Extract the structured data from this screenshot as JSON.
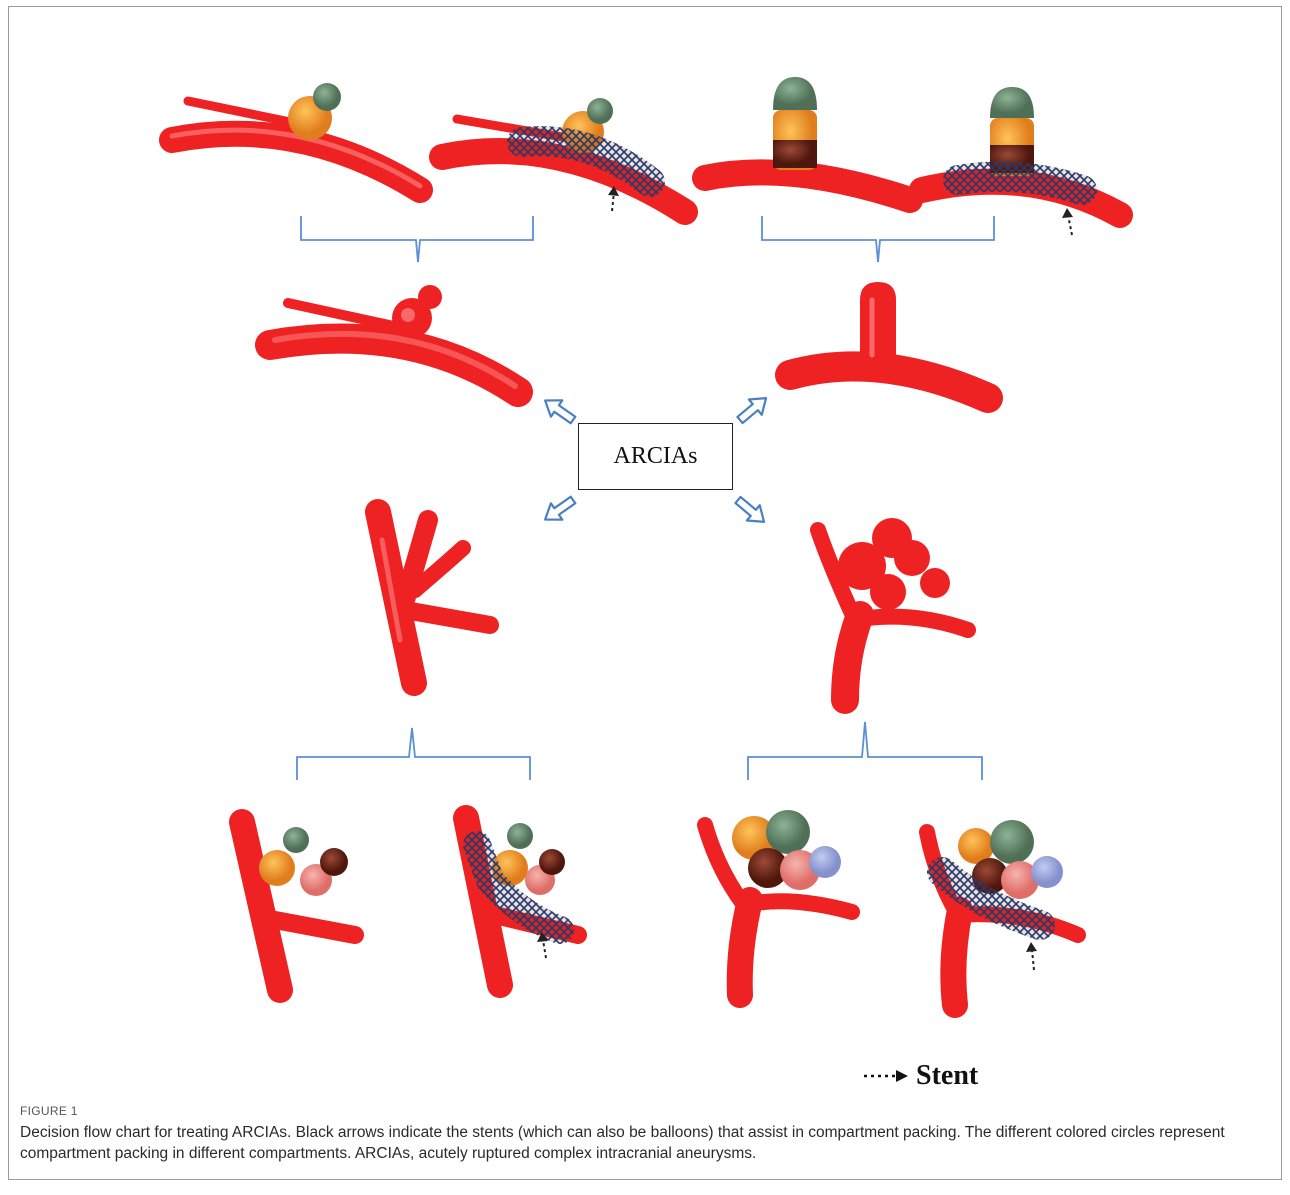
{
  "diagram": {
    "center_label": "ARCIAs",
    "legend": {
      "label": "Stent",
      "arrow_icon": "dotted-arrow-icon"
    },
    "colors": {
      "vessel": "#ee2222",
      "vessel_highlight": "#ff8080",
      "coil_green": "#5e8466",
      "coil_orange": "#f29a2e",
      "coil_brown": "#6e2a1c",
      "coil_pink": "#e98a86",
      "coil_blue": "#9aa6d8",
      "bracket": "#5b8fd6",
      "flow_arrow": "#4a7fc4",
      "stent": "#2d3760"
    }
  },
  "caption": {
    "figure_label": "FIGURE 1",
    "text": "Decision flow chart for treating ARCIAs. Black arrows indicate the stents (which can also be balloons) that assist in compartment packing. The different colored circles represent compartment packing in different compartments. ARCIAs, acutely ruptured complex intracranial aneurysms."
  }
}
